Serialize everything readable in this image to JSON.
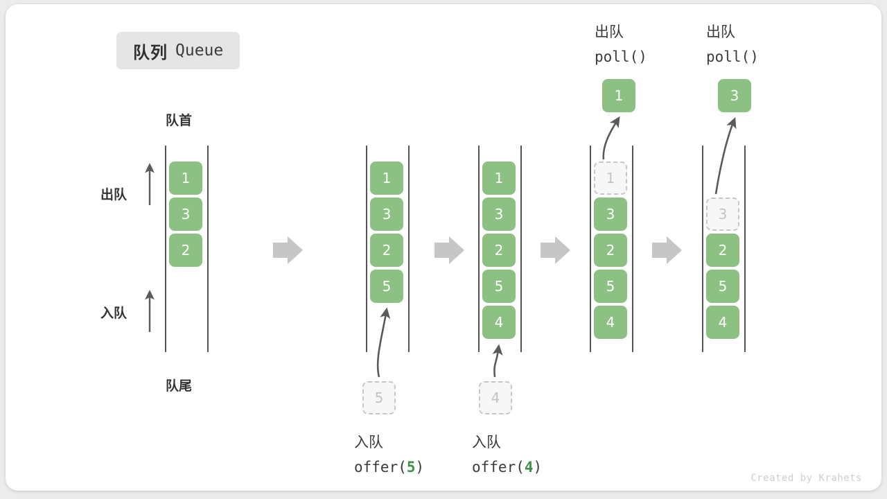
{
  "title": {
    "cn": "队列",
    "en": "Queue"
  },
  "axis_labels": {
    "head": "队首",
    "tail": "队尾",
    "dequeue": "出队",
    "enqueue": "入队"
  },
  "stages": [
    {
      "name": "initial",
      "cells": [
        "1",
        "3",
        "2"
      ],
      "ghost_index": -1
    },
    {
      "name": "after-offer-5",
      "cells": [
        "1",
        "3",
        "2",
        "5"
      ],
      "ghost_index": -1,
      "incoming": {
        "value": "5",
        "label_cn": "入队",
        "label_code_prefix": "offer(",
        "label_code_value": "5",
        "label_code_suffix": ")"
      }
    },
    {
      "name": "after-offer-4",
      "cells": [
        "1",
        "3",
        "2",
        "5",
        "4"
      ],
      "ghost_index": -1,
      "incoming": {
        "value": "4",
        "label_cn": "入队",
        "label_code_prefix": "offer(",
        "label_code_value": "4",
        "label_code_suffix": ")"
      }
    },
    {
      "name": "after-poll-1",
      "cells": [
        "1",
        "3",
        "2",
        "5",
        "4"
      ],
      "ghost_index": 0,
      "outgoing": {
        "value": "1",
        "label_cn": "出队",
        "label_code": "poll()"
      }
    },
    {
      "name": "after-poll-3",
      "cells": [
        "",
        "3",
        "2",
        "5",
        "4"
      ],
      "ghost_index": 1,
      "outgoing": {
        "value": "3",
        "label_cn": "出队",
        "label_code": "poll()"
      }
    }
  ],
  "flow_arrows": 4,
  "colors": {
    "cell_green": "#8cc183",
    "highlight_green": "#3e9142",
    "rail_gray": "#555555",
    "ghost_border": "#c6c6c6",
    "flow_arrow": "#c6c6c6",
    "card_bg": "#ffffff",
    "page_bg": "#ececed"
  },
  "watermark": "Created by Krahets"
}
